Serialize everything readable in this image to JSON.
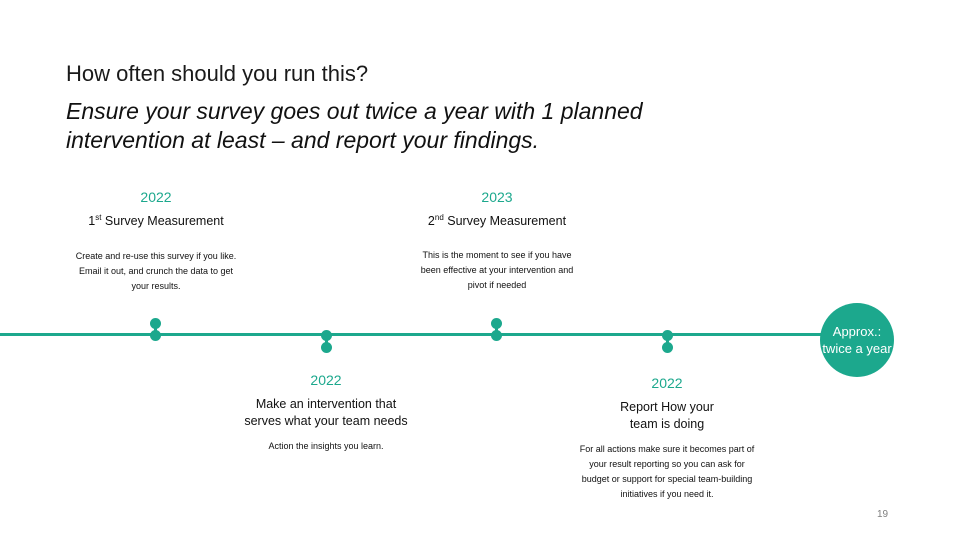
{
  "slide": {
    "title": "How often should you run this?",
    "subtitle": "Ensure your survey goes out twice a year with 1 planned intervention at least – and report your findings.",
    "page_number": "19"
  },
  "colors": {
    "accent": "#1ca88d",
    "text": "#111111"
  },
  "milestones": [
    {
      "year": "2022",
      "heading_prefix": "1",
      "heading_sup": "st",
      "heading_suffix": " Survey Measurement",
      "description": "Create and re-use this survey if you like. Email it out, and crunch the data to get your results."
    },
    {
      "year": "2022",
      "heading": "Make an intervention that serves what your team needs",
      "description": "Action the insights you learn."
    },
    {
      "year": "2023",
      "heading_prefix": "2",
      "heading_sup": "nd",
      "heading_suffix": " Survey Measurement",
      "description": "This is the moment to see if you have been effective at your intervention and pivot if needed"
    },
    {
      "year": "2022",
      "heading": "Report How your team is doing",
      "description": "For all actions make sure it becomes part of your result reporting so you can ask for budget or support for special team-building initiatives if you need it."
    }
  ],
  "endpoint": {
    "label": "Approx.: twice a year"
  }
}
